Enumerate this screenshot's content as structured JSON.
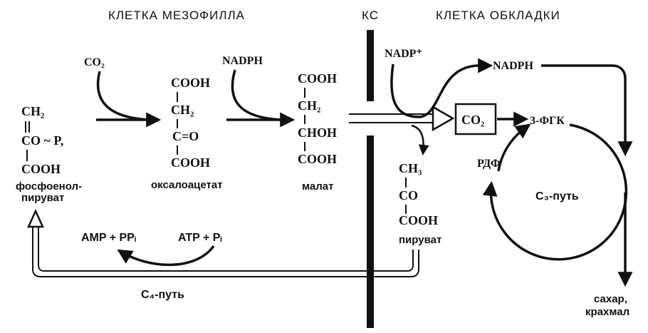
{
  "headers": {
    "mesophyll": "КЛЕТКА  МЕЗОФИЛЛА",
    "ks": "КС",
    "bundle": "КЛЕТКА  ОБКЛАДКИ"
  },
  "pep": {
    "line1": "CH₂",
    "line2": "CO ~ P,",
    "line3": "COOH",
    "name1": "фосфоенол-",
    "name2": "пируват"
  },
  "co2_in": "CO₂",
  "oxaloacetate": {
    "line1": "COOH",
    "line2": "CH₂",
    "line3": "C=O",
    "line4": "COOH",
    "name": "оксалоацетат"
  },
  "nadph_in": "NADPH",
  "malate": {
    "line1": "COOH",
    "line2": "CH₂",
    "line3": "CHOH",
    "line4": "COOH",
    "name": "малат"
  },
  "nadp_plus": "NADP⁺",
  "nadph_out": "NADPH",
  "co2_box": "CO₂",
  "pga": "3-ФГК",
  "rdf": "РДФ",
  "c3": "С₃-путь",
  "pyruvate": {
    "line1": "CH₃",
    "line2": "CO",
    "line3": "COOH",
    "name": "пируват"
  },
  "amp": "AMP + PPᵢ",
  "atp": "ATP + Pᵢ",
  "c4": "С₄-путь",
  "products": {
    "line1": "сахар,",
    "line2": "крахмал"
  }
}
